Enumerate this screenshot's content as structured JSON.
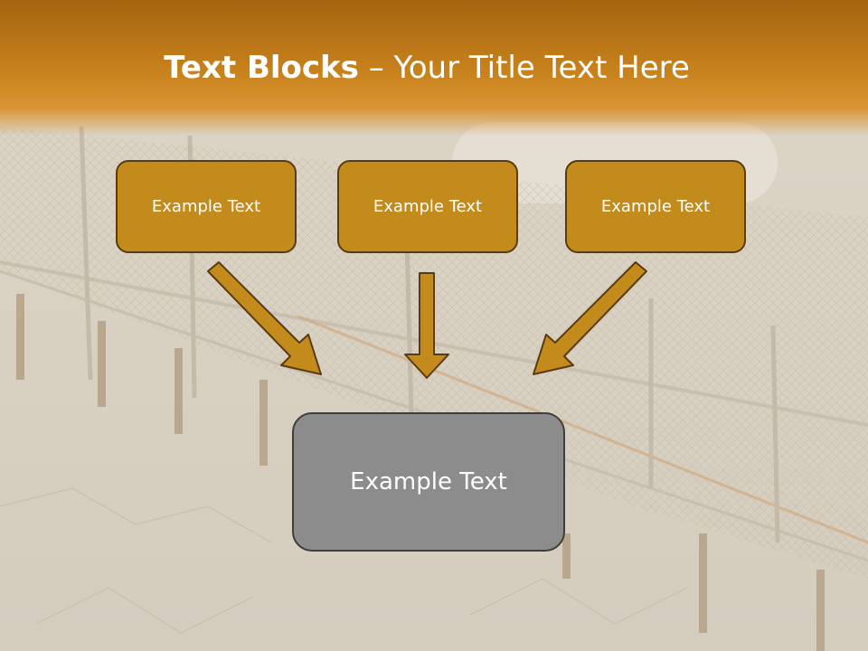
{
  "slide": {
    "title_bold": "Text Blocks",
    "title_rest": " – Your Title Text Here",
    "blocks": [
      {
        "label": "Example Text"
      },
      {
        "label": "Example Text"
      },
      {
        "label": "Example Text"
      }
    ],
    "main_block": {
      "label": "Example Text"
    }
  },
  "colors": {
    "header": "#c9831d",
    "block_fill": "#c38a1c",
    "block_border": "#5a3b10",
    "main_fill": "#8c8c8c",
    "arrow_fill": "#c38a1c"
  }
}
